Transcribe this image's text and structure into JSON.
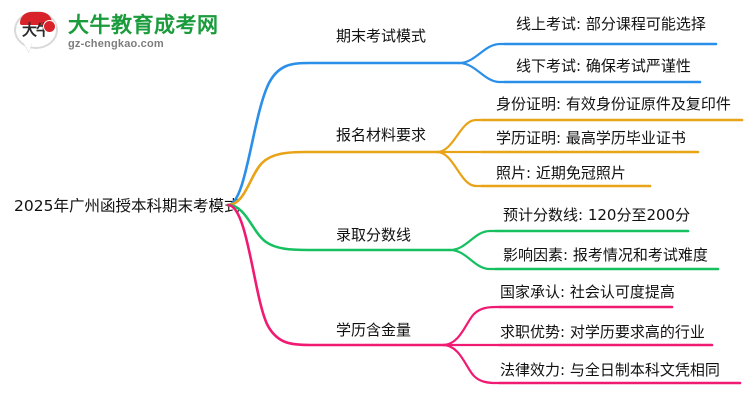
{
  "logo": {
    "mark_text": "大牛",
    "title": "大牛教育成考网",
    "subtitle": "gz-chengkao.com",
    "title_color": "#1a9b3c",
    "mark_color": "#d8232a"
  },
  "mindmap": {
    "root": "2025年广州函授本科期末考模式",
    "branches": [
      {
        "label": "期末考试模式",
        "color": "#2a8fe8",
        "children": [
          "线上考试: 部分课程可能选择",
          "线下考试: 确保考试严谨性"
        ]
      },
      {
        "label": "报名材料要求",
        "color": "#e8a317",
        "children": [
          "身份证明: 有效身份证原件及复印件",
          "学历证明: 最高学历毕业证书",
          "照片: 近期免冠照片"
        ]
      },
      {
        "label": "录取分数线",
        "color": "#16c060",
        "children": [
          "预计分数线: 120分至200分",
          "影响因素: 报考情况和考试难度"
        ]
      },
      {
        "label": "学历含金量",
        "color": "#f01a72",
        "children": [
          "国家承认: 社会认可度提高",
          "求职优势: 对学历要求高的行业",
          "法律效力: 与全日制本科文凭相同"
        ]
      }
    ]
  }
}
